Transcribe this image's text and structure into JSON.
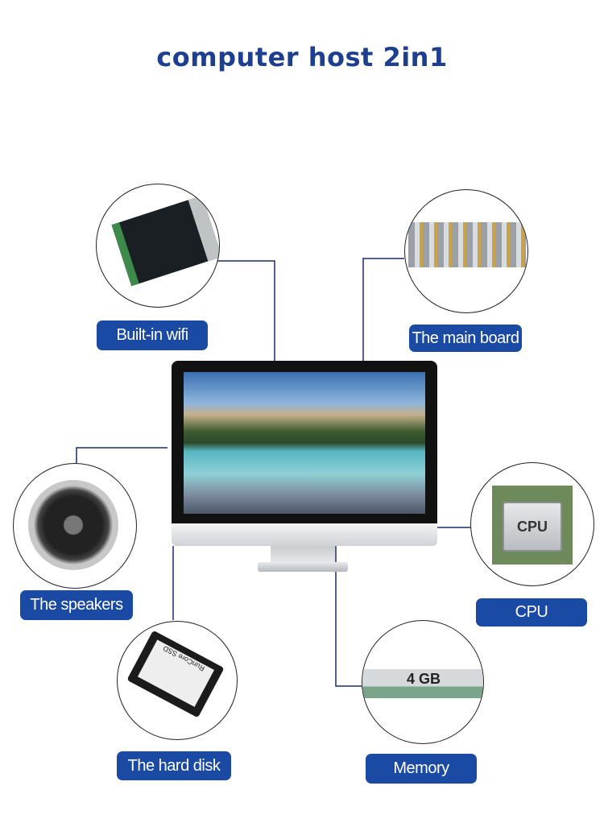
{
  "title": "computer host 2in1",
  "components": {
    "wifi": {
      "label": "Built-in wifi"
    },
    "mainboard": {
      "label": "The main board"
    },
    "speakers": {
      "label": "The speakers"
    },
    "cpu": {
      "label": "CPU",
      "chip_text": "CPU"
    },
    "harddisk": {
      "label": "The hard disk",
      "ssd_text": "RunCore SSD"
    },
    "memory": {
      "label": "Memory",
      "module_text": "4 GB"
    }
  },
  "colors": {
    "title": "#1e3f8f",
    "label_bg": "#1a4aa3",
    "line": "#1a2a6c"
  }
}
